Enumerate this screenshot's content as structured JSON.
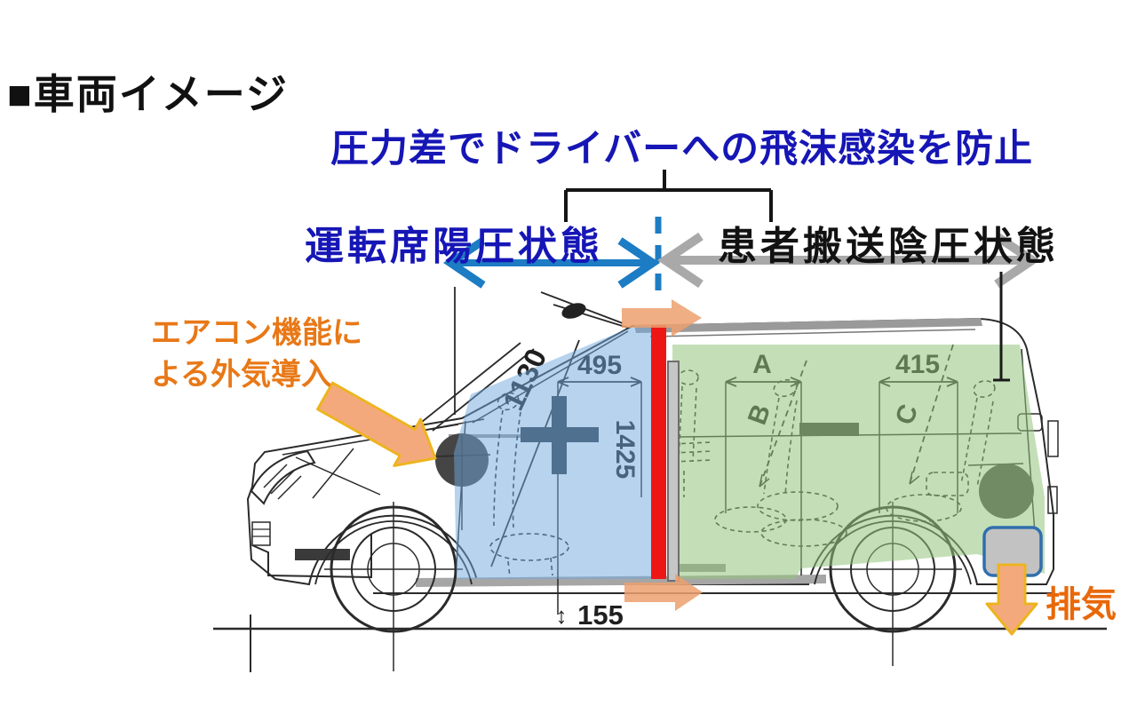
{
  "title": "■車両イメージ",
  "heading": {
    "text": "圧力差でドライバーへの飛沫感染を防止"
  },
  "zones": {
    "driver": {
      "label": "運転席陽圧状態",
      "arrow_color": "#1c7cc4",
      "overlay_color": "#6fa8dc"
    },
    "patient": {
      "label": "患者搬送陰圧状態",
      "arrow_color": "#a9a9a9",
      "overlay_color": "#93c47d"
    }
  },
  "callouts": {
    "air_intake_line1": "エアコン機能に",
    "air_intake_line2": "よる外気導入",
    "exhaust": "排気"
  },
  "dimensions": {
    "diagonal_front": "1130",
    "top_front": "495",
    "height_front": "1425",
    "label_a": "A",
    "label_b": "B",
    "label_c": "C",
    "top_rear": "415",
    "step_symbol": "↕",
    "step_height": "155"
  },
  "colors": {
    "accent_blue_text": "#1616b6",
    "callout_orange": "#e87817",
    "partition_red": "#ee1515",
    "intake_arrow_fill": "#f4a97c",
    "intake_arrow_border": "#edb41f",
    "exhaust_box_border": "#2f6fad"
  }
}
